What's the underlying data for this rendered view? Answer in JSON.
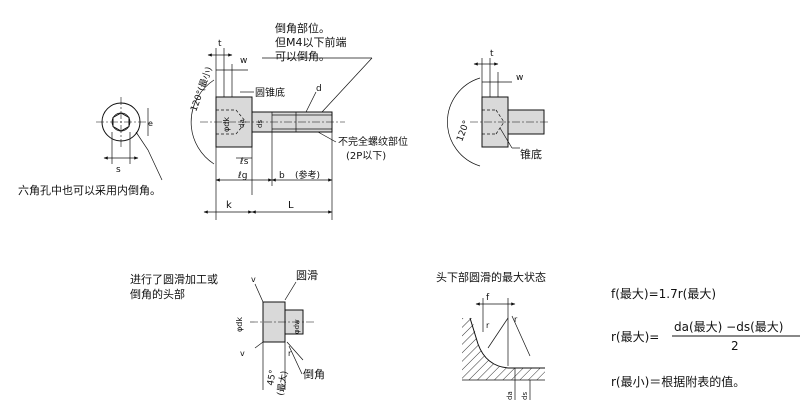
{
  "notes": {
    "chamfer_note": [
      "倒角部位。",
      "但M4以下前端",
      "可以倒角。"
    ],
    "cone_bottom": "圆锥底",
    "cone_bottom_right": "锥底",
    "incomplete_thread": [
      "不完全螺纹部位",
      "(2P以下)"
    ],
    "hex_hole_note": "六角孔中也可以采用内倒角。",
    "head_note": [
      "进行了圆滑加工或",
      "倒角的头部"
    ],
    "round": "圆滑",
    "chamfer": "倒角",
    "max_state": "头下部圆滑的最大状态"
  },
  "dims": {
    "t": "t",
    "w": "w",
    "d": "d",
    "e": "e",
    "s": "s",
    "k": "k",
    "L": "L",
    "ls": "ℓs",
    "lg": "ℓg",
    "b": "b",
    "ref": "(参考)",
    "dk": "φdk",
    "ds": "ds",
    "da": "da",
    "dw": "φdw",
    "angle_max": "120°(最小)",
    "angle": "120°",
    "v": "v",
    "r": "r",
    "f": "f",
    "angle45": "45°",
    "max": "(最大)"
  },
  "formulas": {
    "f_eq": "f(最大)=1.7r(最大)",
    "r_eq_lhs": "r(最大)=",
    "r_eq_num": "da(最大) −ds(最大)",
    "r_eq_den": "2",
    "r_min": "r(最小)＝根据附表的值。"
  }
}
